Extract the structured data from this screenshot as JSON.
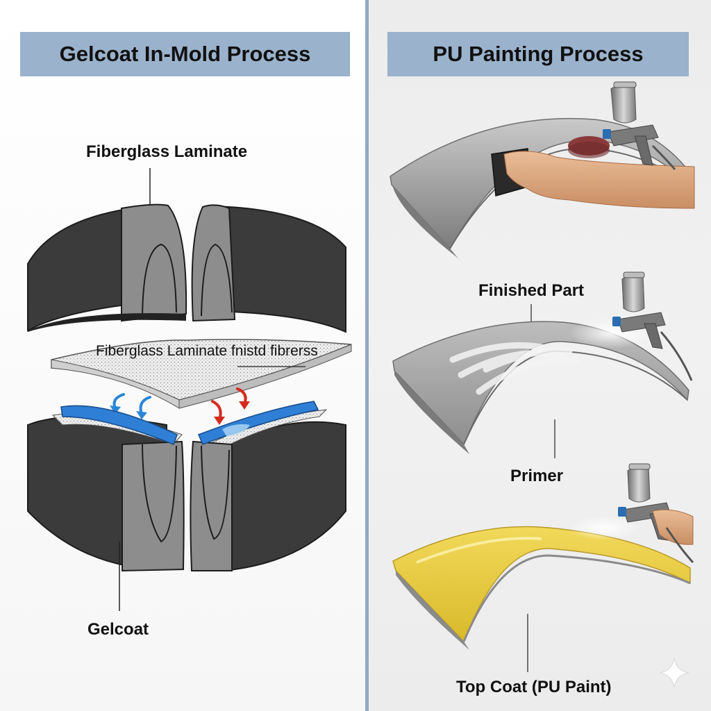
{
  "left_panel": {
    "title": "Gelcoat In-Mold Process",
    "label_top": "Fiberglass Laminate",
    "label_middle": "Fiberglass Laminate fnistd fibrerss",
    "label_bottom": "Gelcoat"
  },
  "right_panel": {
    "title": "PU Painting Process",
    "label_finished": "Finished Part",
    "label_primer": "Primer",
    "label_topcoat": "Top Coat (PU Paint)"
  },
  "colors": {
    "banner": "#9bb2cc",
    "divider": "#93a9c4",
    "mold_dark": "#3a3a3a",
    "mold_light": "#8c8c8c",
    "gelcoat_blue": "#2f7fd6",
    "arrow_blue": "#2a86d8",
    "arrow_red": "#d62a1e",
    "part_gray": "#9a9a9a",
    "part_yellow": "#e8c93a"
  },
  "icons": [
    "mold-icon",
    "fiberglass-sheet-icon",
    "spray-gun-icon",
    "sanding-block-icon",
    "sparkle-icon"
  ]
}
